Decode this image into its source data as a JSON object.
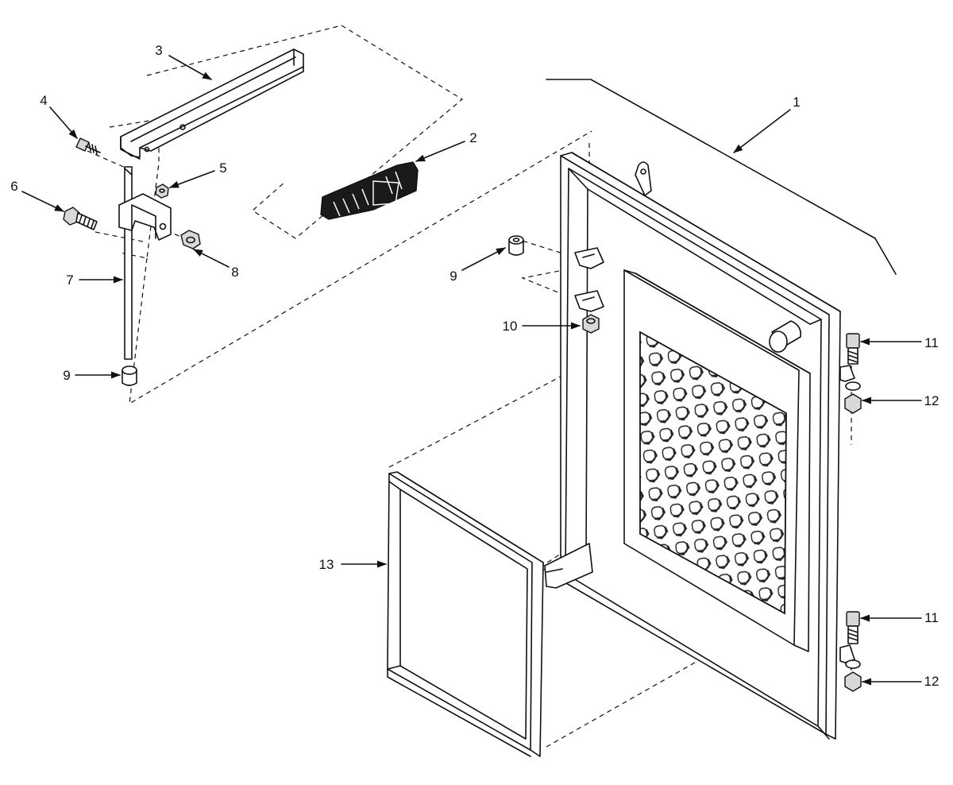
{
  "callouts": [
    {
      "id": "c1",
      "label": "1"
    },
    {
      "id": "c2",
      "label": "2"
    },
    {
      "id": "c3",
      "label": "3"
    },
    {
      "id": "c4",
      "label": "4"
    },
    {
      "id": "c5",
      "label": "5"
    },
    {
      "id": "c6",
      "label": "6"
    },
    {
      "id": "c7",
      "label": "7"
    },
    {
      "id": "c8",
      "label": "8"
    },
    {
      "id": "c9a",
      "label": "9"
    },
    {
      "id": "c9b",
      "label": "9"
    },
    {
      "id": "c10",
      "label": "10"
    },
    {
      "id": "c11a",
      "label": "11"
    },
    {
      "id": "c11b",
      "label": "11"
    },
    {
      "id": "c12a",
      "label": "12"
    },
    {
      "id": "c12b",
      "label": "12"
    },
    {
      "id": "c13",
      "label": "13"
    }
  ]
}
